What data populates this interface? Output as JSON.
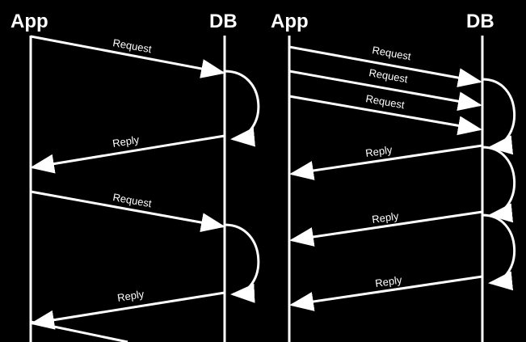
{
  "diagrams": [
    {
      "app_header": "App",
      "db_header": "DB",
      "messages": [
        {
          "label": "Request",
          "kind": "request"
        },
        {
          "label": "Reply",
          "kind": "reply"
        },
        {
          "label": "Request",
          "kind": "request"
        },
        {
          "label": "Reply",
          "kind": "reply"
        }
      ]
    },
    {
      "app_header": "App",
      "db_header": "DB",
      "messages": [
        {
          "label": "Request",
          "kind": "request"
        },
        {
          "label": "Request",
          "kind": "request"
        },
        {
          "label": "Request",
          "kind": "request"
        },
        {
          "label": "Reply",
          "kind": "reply"
        },
        {
          "label": "Reply",
          "kind": "reply"
        },
        {
          "label": "Reply",
          "kind": "reply"
        }
      ]
    }
  ],
  "colors": {
    "background": "#000000",
    "foreground": "#ffffff"
  }
}
